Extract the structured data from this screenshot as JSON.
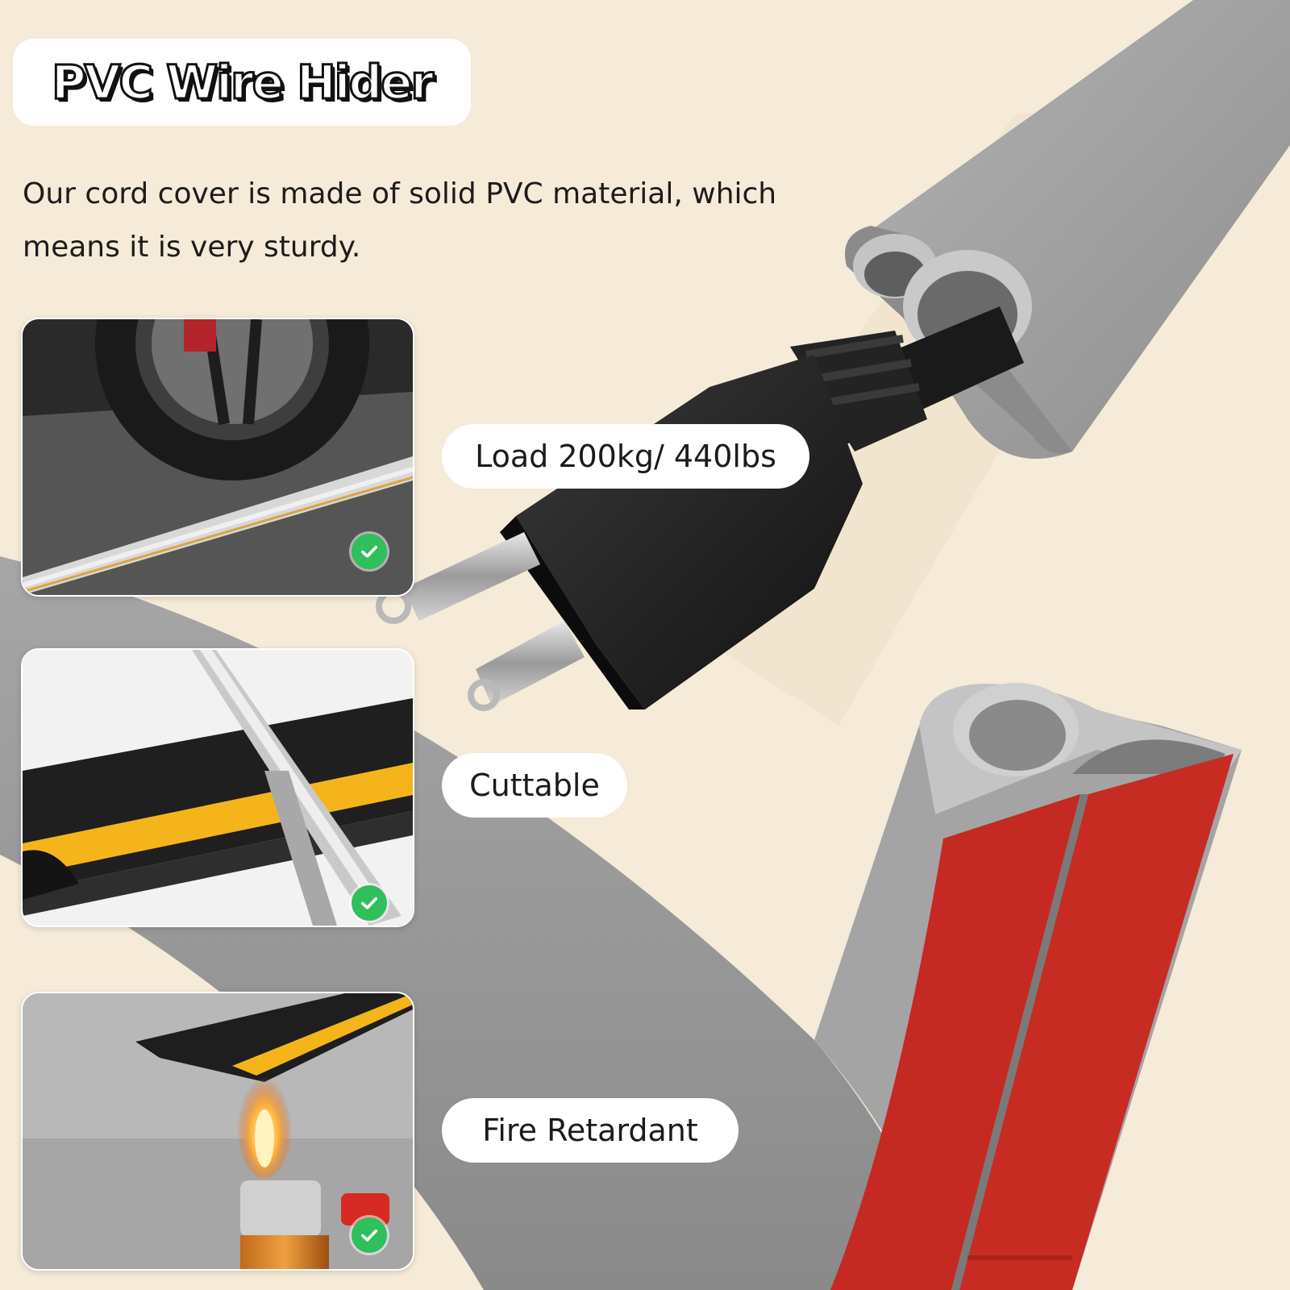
{
  "header": {
    "title": "PVC Wire Hider",
    "description": "Our cord cover is made of solid PVC material, which means it is very sturdy."
  },
  "features": [
    {
      "label": "Load 200kg/ 440lbs",
      "image": "car-tire-on-cord-cover",
      "check_icon": "check-circle-icon"
    },
    {
      "label": "Cuttable",
      "image": "scissors-cutting-cord-cover",
      "check_icon": "check-circle-icon"
    },
    {
      "label": "Fire Retardant",
      "image": "lighter-flame-under-cord-cover",
      "check_icon": "check-circle-icon"
    }
  ],
  "colors": {
    "background": "#f6ead8",
    "cover_gray": "#9d9d9d",
    "adhesive_red": "#c82a20",
    "check_green": "#2fbf5b",
    "stripe_yellow": "#f5b51a"
  }
}
